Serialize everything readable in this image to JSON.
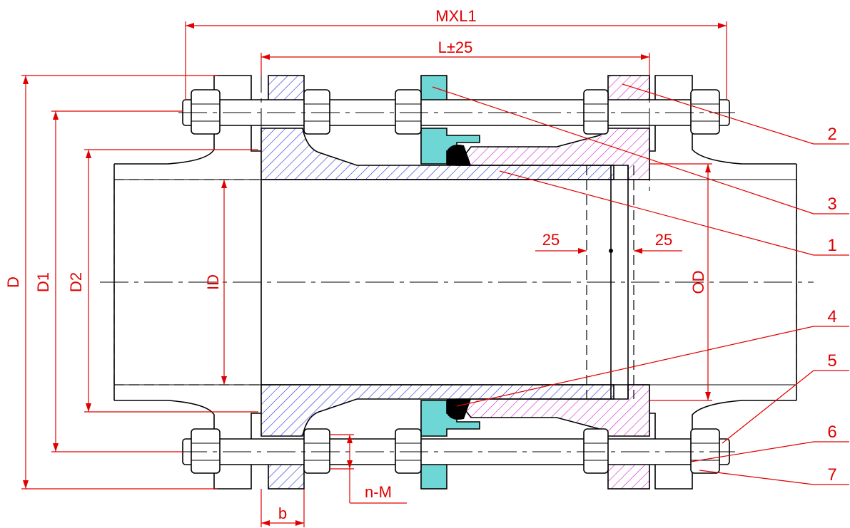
{
  "dimensions": {
    "overall_length": "MXL1",
    "length": "L±25",
    "outer_diameter": "D",
    "bolt_circle": "D1",
    "raised_face": "D2",
    "inner_diameter": "ID",
    "pipe_od": "OD",
    "left_gap": "25",
    "right_gap": "25",
    "bolts": "n-M",
    "flange_thickness": "b"
  },
  "callouts": [
    "1",
    "2",
    "3",
    "4",
    "5",
    "6",
    "7"
  ],
  "colors": {
    "dimension": "#e00000",
    "body_hatch": "#1f2bd6",
    "sleeve_hatch": "#d21fd2",
    "gland": "#6fd6d6",
    "seal": "#000000"
  }
}
